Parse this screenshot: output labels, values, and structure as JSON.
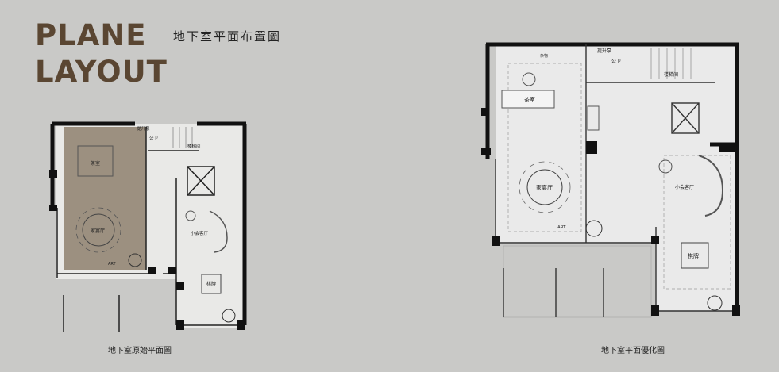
{
  "header": {
    "title_line1": "PLANE",
    "title_line2": "LAYOUT",
    "subtitle": "地下室平面布置圖"
  },
  "colors": {
    "background": "#c9c9c7",
    "title": "#5a4632",
    "highlight_area": "#9c9080",
    "walls": "#111111",
    "floor": "#e8e8e6"
  },
  "left_plan": {
    "caption": "地下室原始平面圖",
    "labels": {
      "lift": "提升泵",
      "restroom": "公卫",
      "stair": "楼梯间",
      "tea_room": "茶室",
      "banquet": "家宴厅",
      "art": "ART",
      "lounge": "小会客厅",
      "chess": "棋牌"
    }
  },
  "right_plan": {
    "caption": "地下室平面優化圖",
    "labels": {
      "storage": "杂物",
      "lift": "提升泵",
      "restroom": "公卫",
      "stair": "楼梯间",
      "tea_room": "茶室",
      "banquet": "家宴厅",
      "art": "ART",
      "lounge": "小会客厅",
      "chess": "棋牌"
    }
  }
}
